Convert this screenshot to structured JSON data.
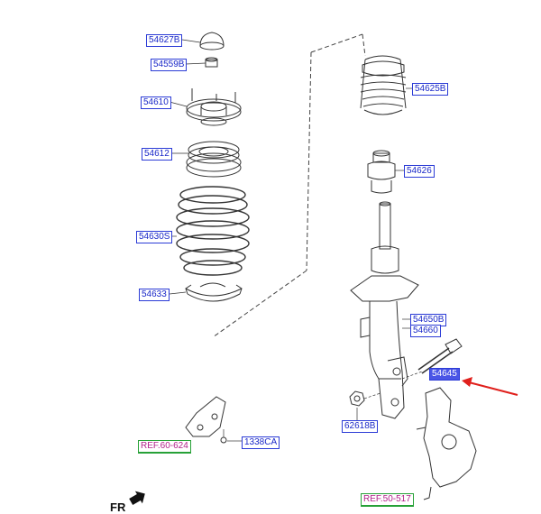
{
  "labels": {
    "p54627B": "54627B",
    "p54559B": "54559B",
    "p54610": "54610",
    "p54612": "54612",
    "p54630S": "54630S",
    "p54633": "54633",
    "p54625B": "54625B",
    "p54626": "54626",
    "p54650B": "54650B",
    "p54660": "54660",
    "p54645": "54645",
    "p62618B": "62618B",
    "ref60624": "REF.60-624",
    "p1338CA": "1338CA",
    "ref50517": "REF.50-517",
    "fr": "FR"
  },
  "colors": {
    "part_text": "#1a28c8",
    "part_border": "#2b3bd6",
    "selected_fill": "#4a55e6",
    "ref_text": "#b2208a",
    "ref_border": "#27a137",
    "arrow": "#e0201c",
    "line": "#333333"
  }
}
